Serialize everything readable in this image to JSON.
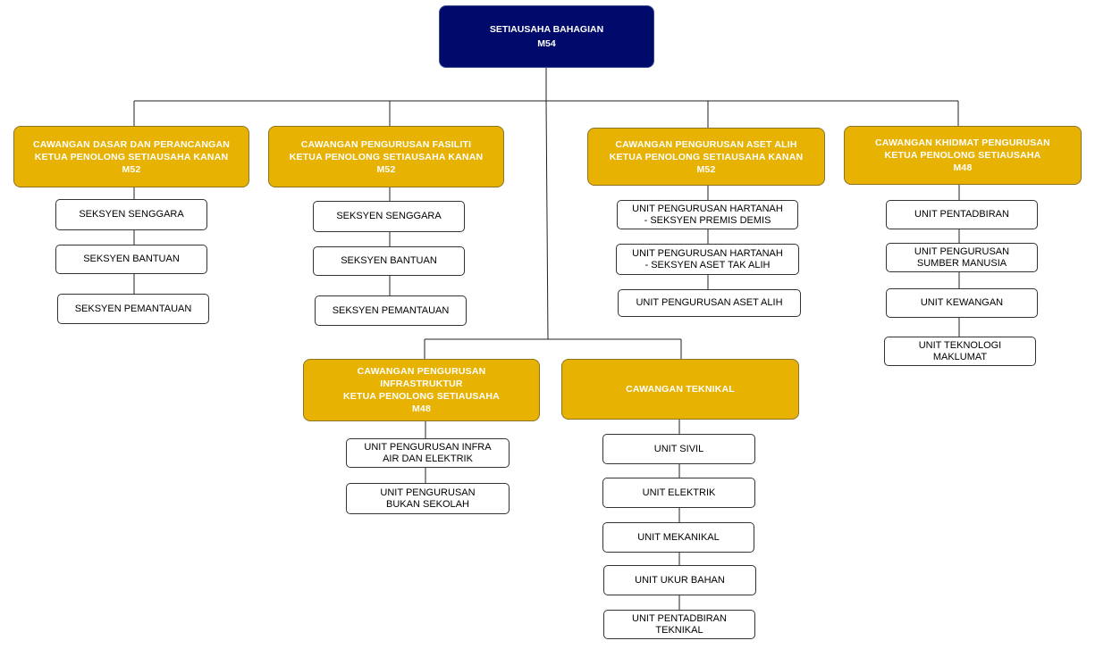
{
  "top": {
    "title": "SETIAUSAHA BAHAGIAN",
    "grade": "M54"
  },
  "branches": {
    "dasar": {
      "line1": "CAWANGAN DASAR DAN PERANCANGAN",
      "line2": "KETUA PENOLONG SETIAUSAHA KANAN",
      "grade": "M52"
    },
    "fasiliti": {
      "line1": "CAWANGAN PENGURUSAN FASILITI",
      "line2": "KETUA PENOLONG SETIAUSAHA KANAN",
      "grade": "M52"
    },
    "aset": {
      "line1": "CAWANGAN PENGURUSAN ASET ALIH",
      "line2": "KETUA PENOLONG SETIAUSAHA KANAN",
      "grade": "M52"
    },
    "khidmat": {
      "line1": "CAWANGAN KHIDMAT PENGURUSAN",
      "line2": "KETUA PENOLONG SETIAUSAHA",
      "grade": "M48"
    },
    "infra": {
      "line1": "CAWANGAN PENGURUSAN",
      "line2": "INFRASTRUKTUR",
      "line3": "KETUA PENOLONG SETIAUSAHA",
      "grade": "M48"
    },
    "teknikal": {
      "line1": "CAWANGAN TEKNIKAL"
    }
  },
  "units": {
    "dasar": [
      "SEKSYEN SENGGARA",
      "SEKSYEN BANTUAN",
      "SEKSYEN PEMANTAUAN"
    ],
    "fasiliti": [
      "SEKSYEN SENGGARA",
      "SEKSYEN BANTUAN",
      "SEKSYEN PEMANTAUAN"
    ],
    "aset": [
      [
        "UNIT PENGURUSAN HARTANAH",
        "- SEKSYEN PREMIS DEMIS"
      ],
      [
        "UNIT PENGURUSAN HARTANAH",
        "- SEKSYEN ASET TAK ALIH"
      ],
      "UNIT PENGURUSAN ASET ALIH"
    ],
    "khidmat": [
      "UNIT PENTADBIRAN",
      [
        "UNIT PENGURUSAN",
        "SUMBER MANUSIA"
      ],
      "UNIT KEWANGAN",
      [
        "UNIT TEKNOLOGI",
        "MAKLUMAT"
      ]
    ],
    "infra": [
      [
        "UNIT PENGURUSAN INFRA",
        "AIR DAN ELEKTRIK"
      ],
      [
        "UNIT PENGURUSAN",
        "BUKAN SEKOLAH"
      ]
    ],
    "teknikal": [
      "UNIT SIVIL",
      "UNIT ELEKTRIK",
      "UNIT MEKANIKAL",
      "UNIT UKUR BAHAN",
      [
        "UNIT PENTADBIRAN",
        "TEKNIKAL"
      ]
    ]
  }
}
